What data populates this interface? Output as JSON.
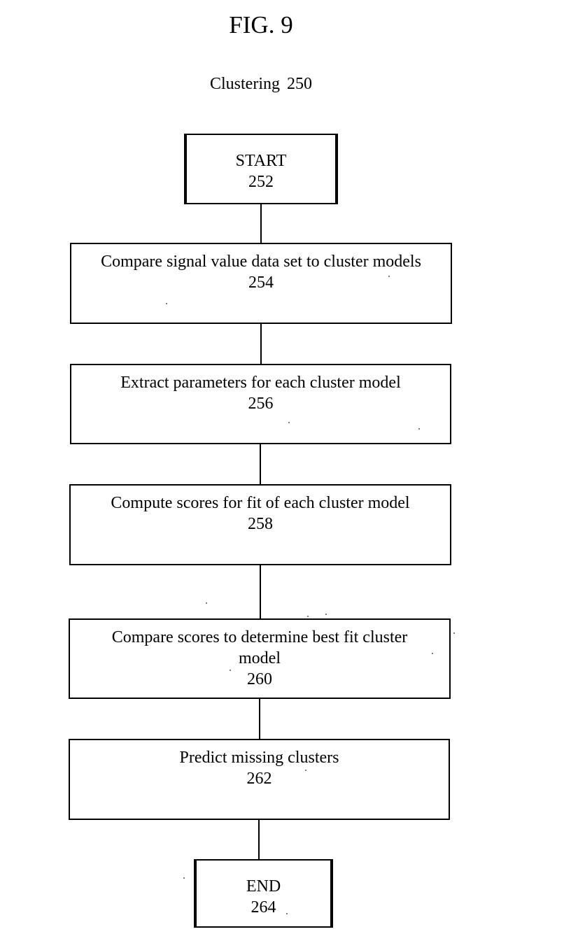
{
  "figure": {
    "title": "FIG. 9",
    "subtitle": "Clustering   250"
  },
  "flowchart": {
    "start": {
      "label": "START",
      "ref": "252"
    },
    "steps": [
      {
        "label": "Compare signal value data set to cluster models",
        "ref": "254"
      },
      {
        "label": "Extract parameters for each cluster model",
        "ref": "256"
      },
      {
        "label": "Compute scores for fit of each cluster model",
        "ref": "258"
      },
      {
        "label": "Compare scores to determine best fit cluster model",
        "ref": "260"
      },
      {
        "label": "Predict missing clusters",
        "ref": "262"
      }
    ],
    "end": {
      "label": "END",
      "ref": "264"
    }
  }
}
